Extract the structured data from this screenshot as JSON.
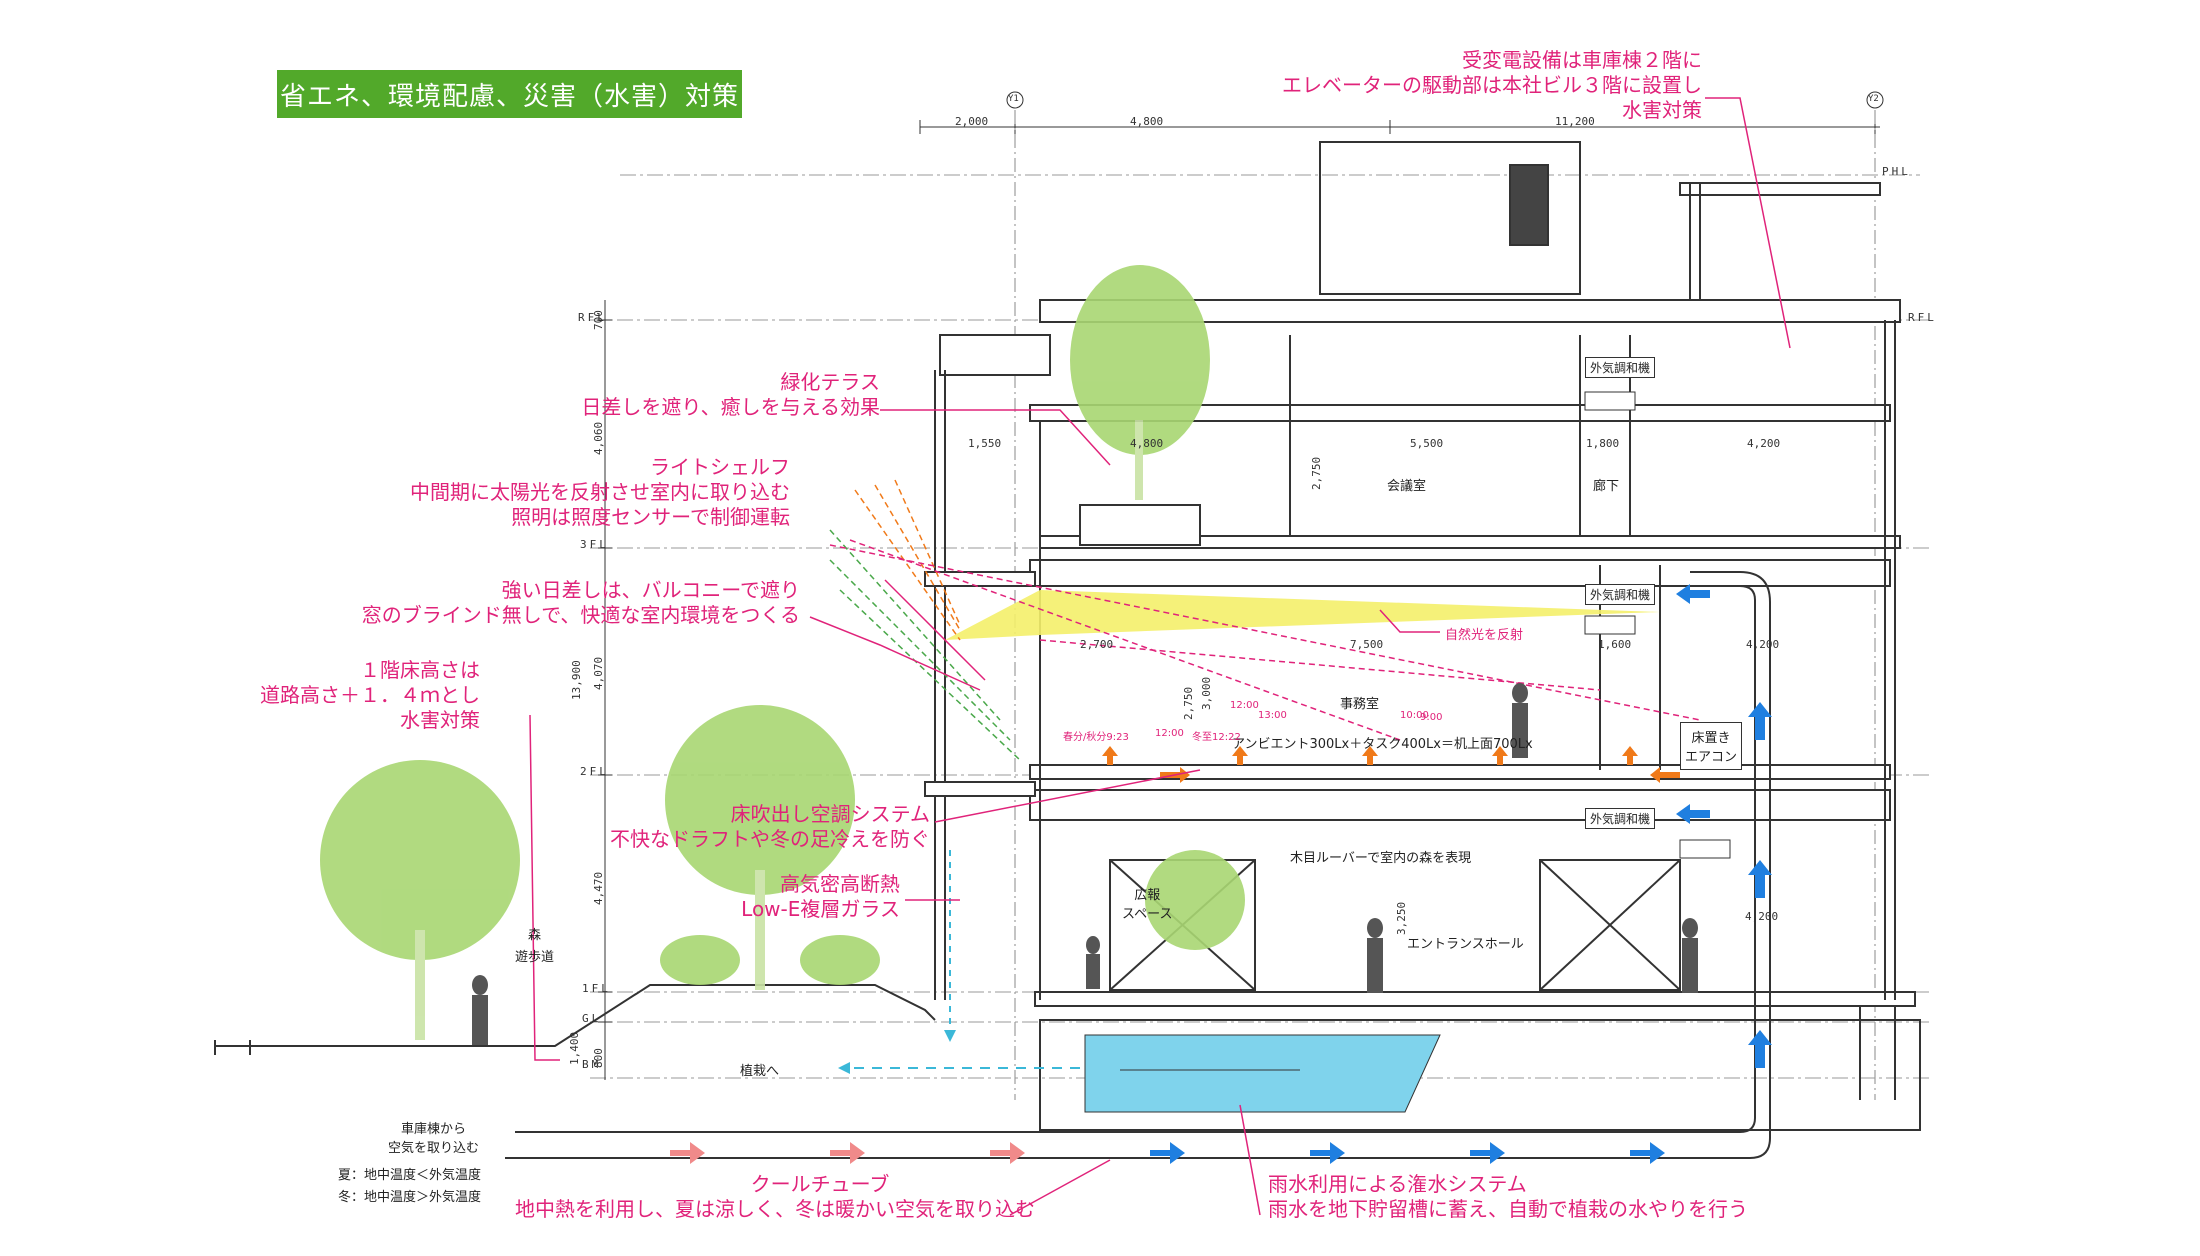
{
  "title": "省エネ、環境配慮、災害（水害）対策",
  "annotations": {
    "substation": [
      "受変電設備は車庫棟２階に",
      "エレベーターの駆動部は本社ビル３階に設置し",
      "水害対策"
    ],
    "green_terrace": [
      "緑化テラス",
      "日差しを遮り、癒しを与える効果"
    ],
    "light_shelf": [
      "ライトシェルフ",
      "中間期に太陽光を反射させ室内に取り込む",
      "照明は照度センサーで制御運転"
    ],
    "balcony": [
      "強い日差しは、バルコニーで遮り",
      "窓のブラインド無しで、快適な室内環境をつくる"
    ],
    "floor_height": [
      "１階床高さは",
      "道路高さ＋１．４ｍとし",
      "水害対策"
    ],
    "floor_ac": [
      "床吹出し空調システム",
      "不快なドラフトや冬の足冷えを防ぐ"
    ],
    "insulation": [
      "高気密高断熱",
      "Low-E複層ガラス"
    ],
    "cool_tube": [
      "クールチューブ",
      "地中熱を利用し、夏は涼しく、冬は暖かい空気を取り込む"
    ],
    "rainwater": [
      "雨水利用による潅水システム",
      "雨水を地下貯留槽に蓄え、自動で植栽の水やりを行う"
    ],
    "reflect_light": "自然光を反射"
  },
  "labels": {
    "forest": "森",
    "promenade": "遊歩道",
    "to_planting": "植栽へ",
    "garage_air": [
      "車庫棟から",
      "空気を取り込む"
    ],
    "summer": "夏：地中温度＜外気温度",
    "winter": "冬：地中温度＞外気温度",
    "meeting_room": "会議室",
    "corridor": "廊下",
    "office": "事務室",
    "entrance_hall": "エントランスホール",
    "pr_space": [
      "広報",
      "スペース"
    ],
    "outdoor_ac_1": "外気調和機",
    "outdoor_ac_2": "外気調和機",
    "outdoor_ac_3": "外気調和機",
    "floor_ac_unit": [
      "床置き",
      "エアコン"
    ],
    "lighting": "アンビエント300Lx＋タスク400Lx＝机上面700Lx",
    "wood_louver": "木目ルーバーで室内の森を表現"
  },
  "levels": {
    "phl": "PHL",
    "rfl": "RFL",
    "rfl_right": "RFL",
    "f3": "3FL",
    "f2": "2FL",
    "f1": "1FL",
    "gl": "GL",
    "bm": "BM"
  },
  "dimensions": {
    "top": [
      "2,000",
      "4,800",
      "11,200"
    ],
    "row3": [
      "1,550",
      "4,800",
      "5,500",
      "1,800",
      "4,200"
    ],
    "row2": [
      "2,700",
      "7,500",
      "1,600",
      "4,200"
    ],
    "vertical": [
      "700",
      "4,060",
      "13,900",
      "4,070",
      "4,470",
      "1,400",
      "800"
    ],
    "heights": [
      "2,750",
      "2,750",
      "3,000",
      "3,250"
    ],
    "row1": "4,200"
  },
  "grid_marks": [
    "Y1",
    "Y2"
  ],
  "sun_times": [
    "春分/秋分9:23",
    "冬至12:22",
    "12:00",
    "12:00",
    "13:00",
    "10:00",
    "9:00"
  ],
  "colors": {
    "title_bg": "#52a92a",
    "annotation": "#e0237a",
    "water": "#7fd3ec",
    "cool_arrow": "#f08a8a",
    "warm_arrow": "#1f7fe0",
    "ac_arrow": "#f07a1a",
    "tree": "#a8d672",
    "light_yellow": "#f4ef6a"
  }
}
